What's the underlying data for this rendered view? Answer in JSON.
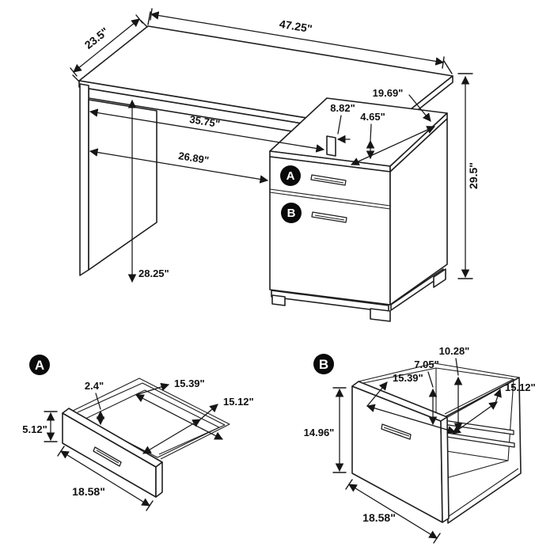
{
  "colors": {
    "line": "#1f1f1f",
    "background": "#ffffff",
    "badge_bg": "#0a0a0a",
    "badge_text": "#ffffff"
  },
  "desk_view": {
    "badge_a": "A",
    "badge_b": "B",
    "dims": {
      "top_width": "47.25\"",
      "top_depth": "23.5\"",
      "overall_height": "29.5\"",
      "side_panel_height": "28.25\"",
      "kneehole_back_width": "35.75\"",
      "kneehole_front_width": "26.89\"",
      "top_gap_height": "4.65\"",
      "support_width": "8.82\"",
      "cabinet_top_depth": "19.69\""
    }
  },
  "drawer_a_view": {
    "badge": "A",
    "dims": {
      "front_height": "5.12\"",
      "front_width": "18.58\"",
      "side_lip": "2.4\"",
      "interior_width": "15.39\"",
      "interior_depth": "15.12\""
    }
  },
  "drawer_b_view": {
    "badge": "B",
    "dims": {
      "front_height": "14.96\"",
      "front_width": "18.58\"",
      "rail_offset_top": "7.05\"",
      "rail_offset_back": "10.28\"",
      "interior_width": "15.39\"",
      "interior_depth": "15.12\""
    }
  }
}
